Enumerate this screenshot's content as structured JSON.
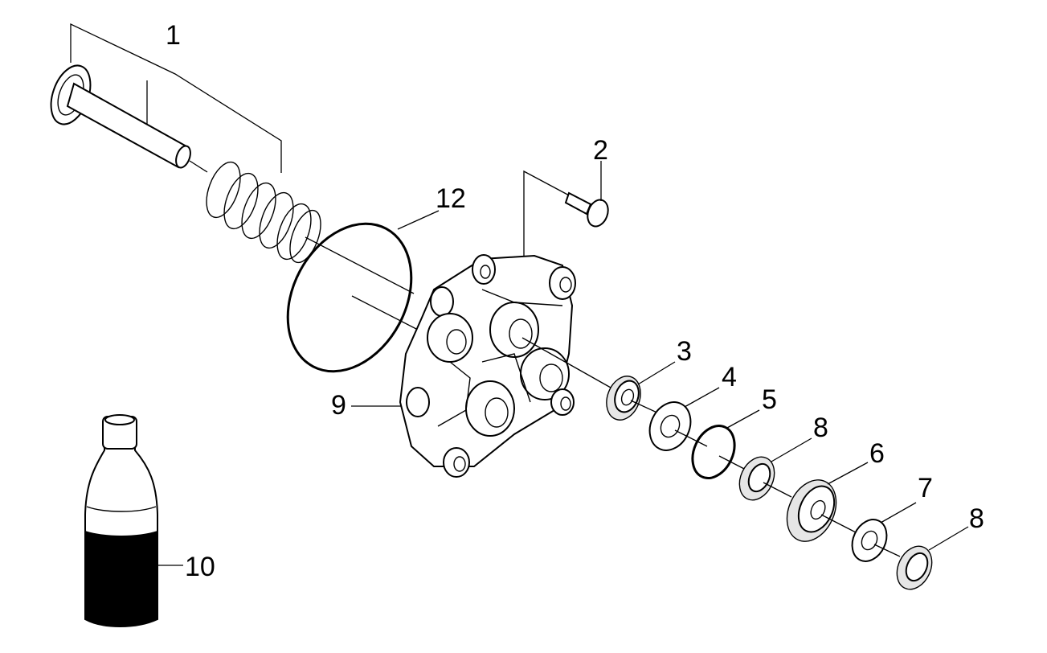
{
  "diagram": {
    "background_color": "#ffffff",
    "line_color": "#000000",
    "callouts": [
      {
        "id": "part-1",
        "text": "1"
      },
      {
        "id": "part-2",
        "text": "2"
      },
      {
        "id": "part-12",
        "text": "12"
      },
      {
        "id": "part-3",
        "text": "3"
      },
      {
        "id": "part-4",
        "text": "4"
      },
      {
        "id": "part-5",
        "text": "5"
      },
      {
        "id": "part-8a",
        "text": "8"
      },
      {
        "id": "part-6",
        "text": "6"
      },
      {
        "id": "part-7",
        "text": "7"
      },
      {
        "id": "part-8b",
        "text": "8"
      },
      {
        "id": "part-9",
        "text": "9"
      },
      {
        "id": "part-10",
        "text": "10"
      }
    ]
  }
}
